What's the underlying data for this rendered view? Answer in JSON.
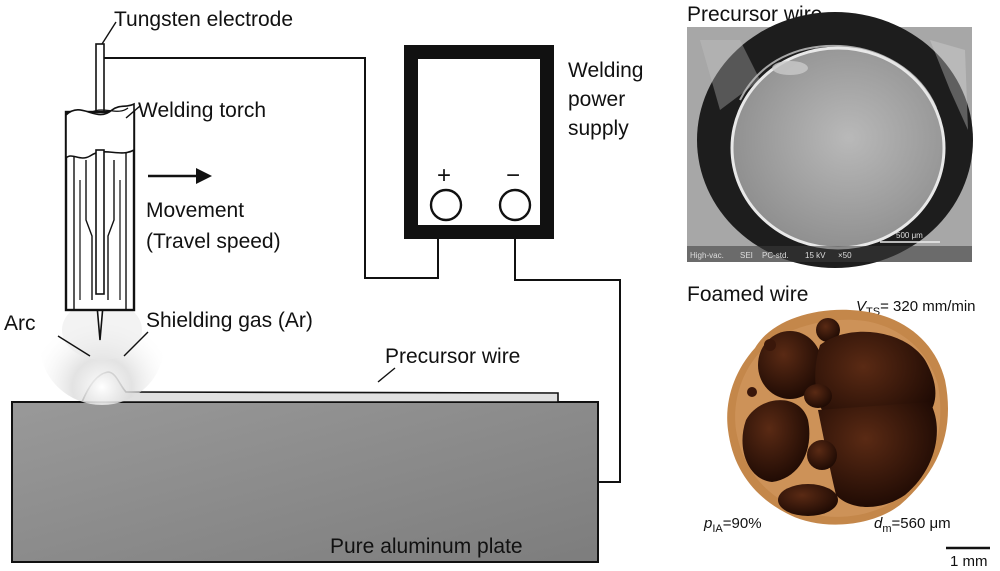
{
  "diagram": {
    "labels": {
      "tungsten_electrode": "Tungsten electrode",
      "welding_torch": "Welding torch",
      "movement": "Movement",
      "travel_speed": "(Travel speed)",
      "arc": "Arc",
      "shielding_gas": "Shielding gas (Ar)",
      "precursor_wire": "Precursor wire",
      "plate": "Pure aluminum plate",
      "power_supply_line1": "Welding",
      "power_supply_line2": "power",
      "power_supply_line3": "supply",
      "plus": "+",
      "minus": "−"
    }
  },
  "micrographs": {
    "precursor": {
      "title": "Precursor wire",
      "sem_info": {
        "left": "High-vac.",
        "sei": "SEI",
        "pc": "PC-std.",
        "kv": "15 kV",
        "mag": "×50",
        "scale": "500 μm"
      }
    },
    "foamed": {
      "title": "Foamed wire",
      "vts_symbol": "V",
      "vts_sub": "TS",
      "vts_value": "= 320 mm/min",
      "p_symbol": "p",
      "p_sub": "IA",
      "p_value": "=90%",
      "d_symbol": "d",
      "d_sub": "m",
      "d_value": "=560 μm",
      "scale_bar": "1 mm"
    }
  },
  "colors": {
    "plate_fill": "#8a8a8a",
    "wire_fill": "#d9d9d9",
    "foam_metal": "#c58a4a",
    "foam_pore": "#2a0e06",
    "sem_dark": "#1e1e1e"
  }
}
